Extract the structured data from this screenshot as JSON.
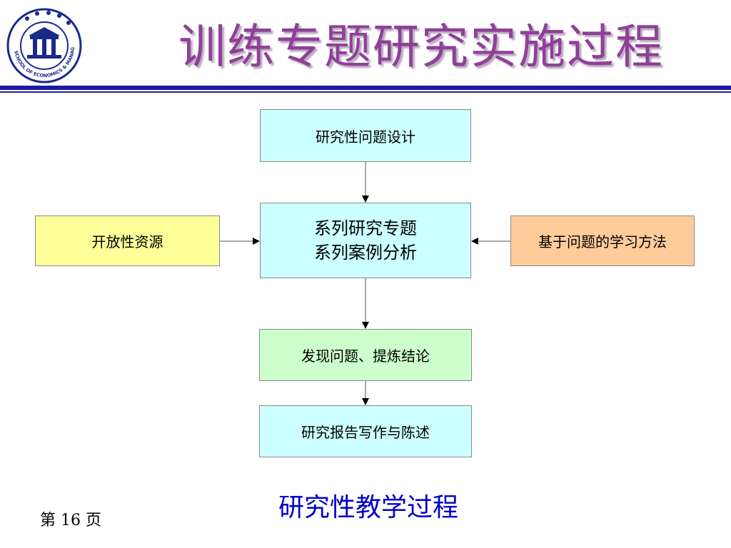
{
  "slide": {
    "title": "训练专题研究实施过程",
    "caption": "研究性教学过程",
    "page_number": "第 16 页"
  },
  "diagram": {
    "nodes": {
      "design": "研究性问题设计",
      "center_line1": "系列研究专题",
      "center_line2": "系列案例分析",
      "open_resources": "开放性资源",
      "problem_based": "基于问题的学习方法",
      "discover": "发现问题、提炼结论",
      "report": "研究报告写作与陈述"
    },
    "colors": {
      "cyan_fill": "#ccffff",
      "yellow_fill": "#ffff99",
      "orange_fill": "#ffcc99",
      "green_fill": "#ccffcc"
    }
  },
  "logo": {
    "icon": "school-seal-icon",
    "ring_text": "SCHOOL OF ECONOMICS & MANAGEMENT SJTU"
  },
  "theme": {
    "title_color": "#8e4096",
    "rule_color": "#1a1aa0",
    "caption_color": "#0000cc"
  }
}
